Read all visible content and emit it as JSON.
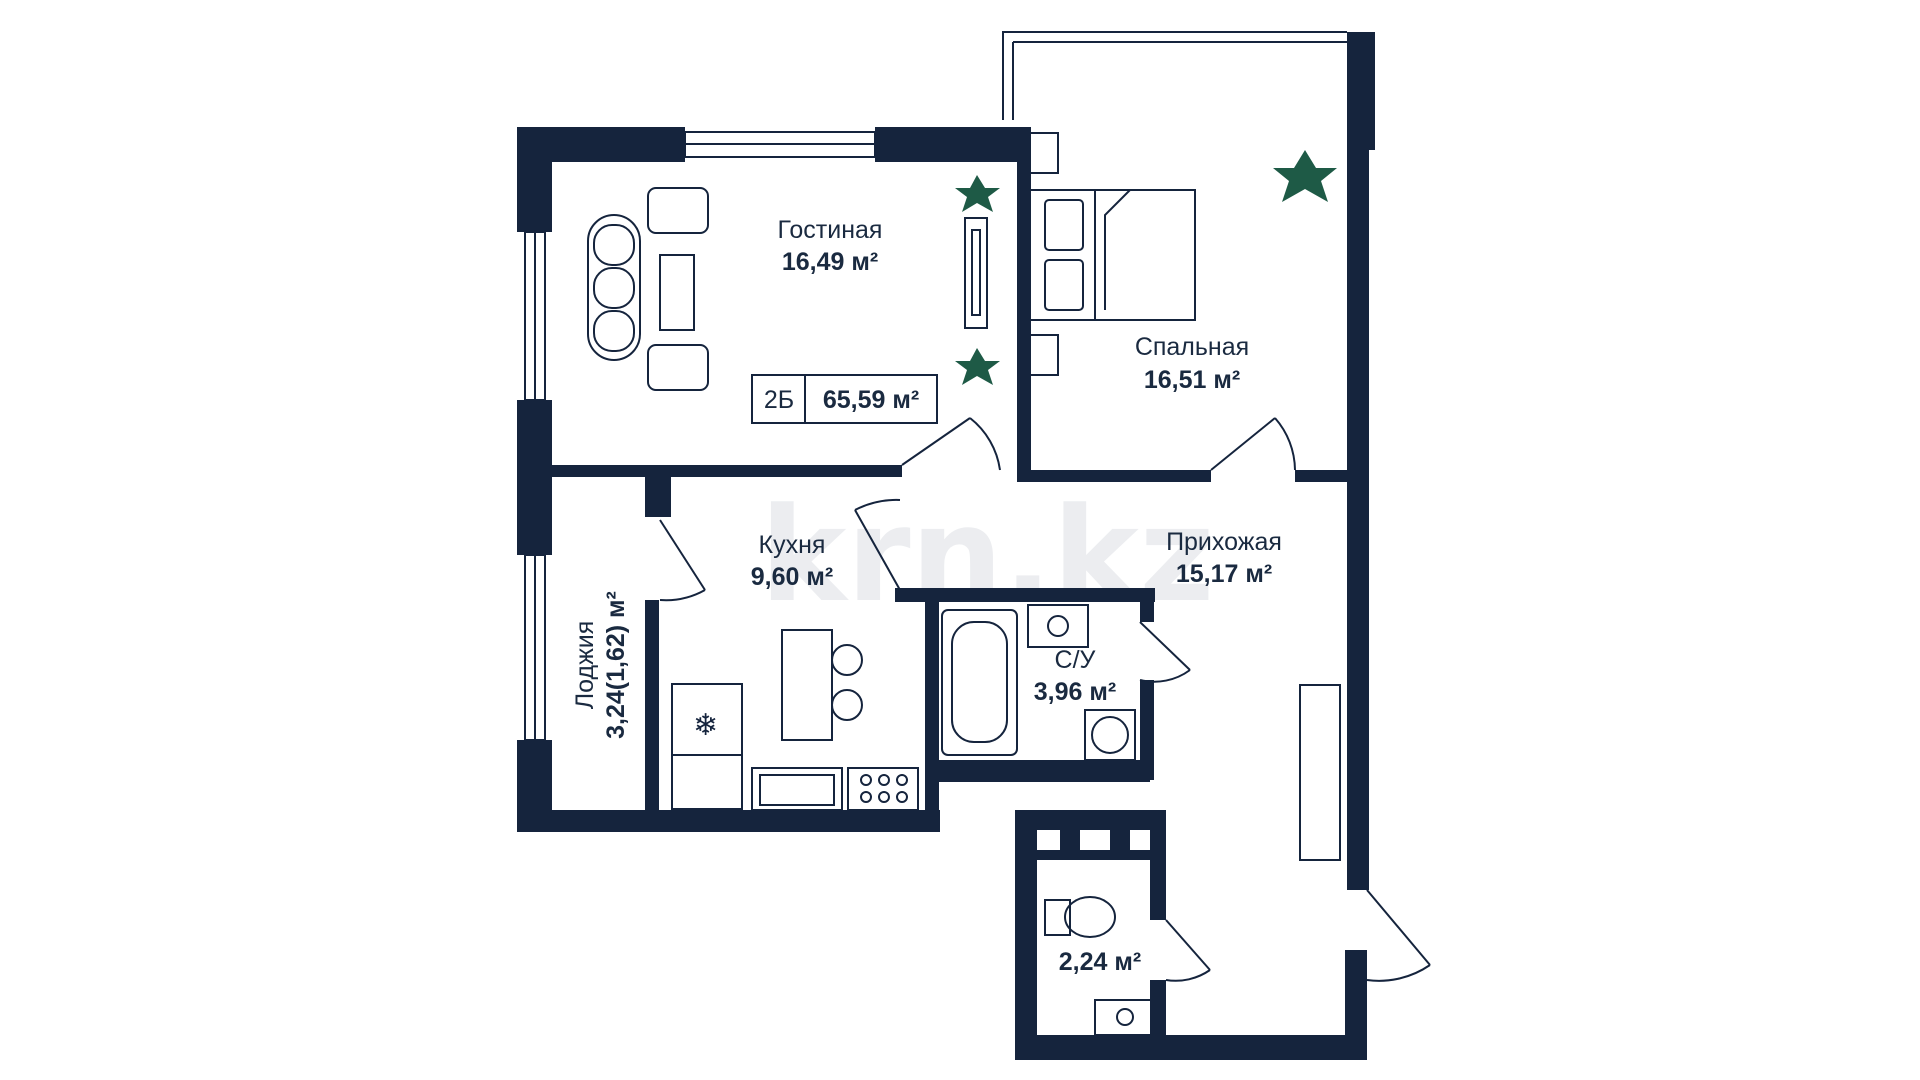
{
  "apartment": {
    "type": "2Б",
    "total_area": "65,59 м²"
  },
  "rooms": {
    "living": {
      "name": "Гостиная",
      "area": "16,49 м²"
    },
    "bedroom": {
      "name": "Спальная",
      "area": "16,51 м²"
    },
    "kitchen": {
      "name": "Кухня",
      "area": "9,60 м²"
    },
    "hall": {
      "name": "Прихожая",
      "area": "15,17 м²"
    },
    "bathroom": {
      "name": "С/У",
      "area": "3,96 м²"
    },
    "wc": {
      "name": "",
      "area": "2,24 м²"
    },
    "loggia": {
      "name": "Лоджия",
      "area": "3,24(1,62) м²"
    }
  },
  "watermark": "krn.kz",
  "colors": {
    "wall": "#15243d",
    "plant": "#1e5a46",
    "background": "#ffffff"
  }
}
